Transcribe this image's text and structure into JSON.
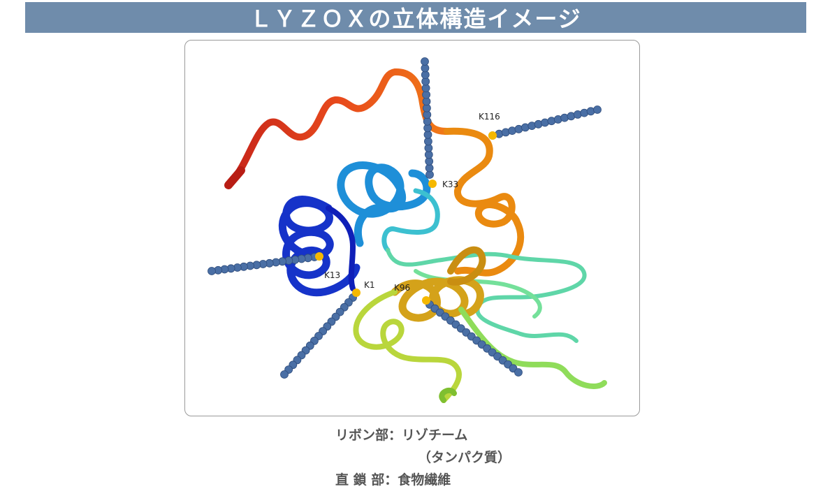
{
  "title": "ＬＹＺＯＸの立体構造イメージ",
  "labels": {
    "k116": "K116",
    "k33": "K33",
    "k13": "K13",
    "k1": "K1",
    "k96": "K96"
  },
  "legend": {
    "line1": "リボン部：リゾチーム",
    "line2": "（タンパク質）",
    "line3": "直 鎖 部：食物繊維"
  },
  "colors": {
    "title_bg": "#6f8cab",
    "bead": "#4a6fa5",
    "attachment": "#f5b800"
  }
}
